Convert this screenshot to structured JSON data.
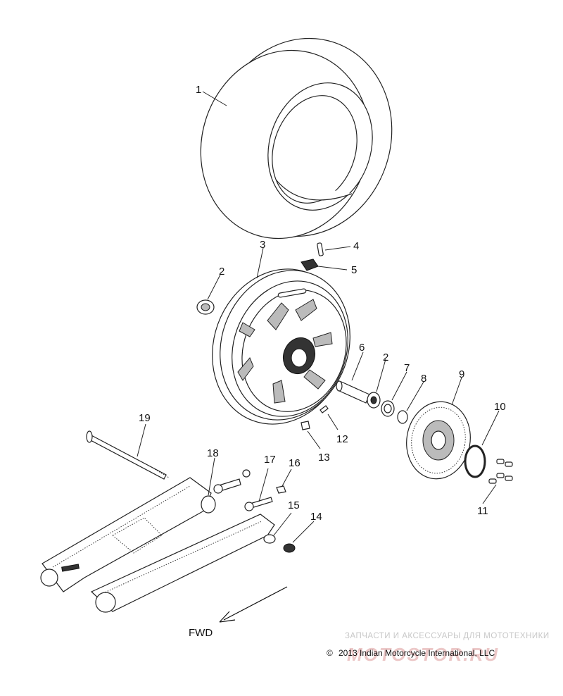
{
  "callouts": [
    {
      "id": "1",
      "label": "1"
    },
    {
      "id": "2a",
      "label": "2"
    },
    {
      "id": "3",
      "label": "3"
    },
    {
      "id": "4",
      "label": "4"
    },
    {
      "id": "5",
      "label": "5"
    },
    {
      "id": "6",
      "label": "6"
    },
    {
      "id": "2b",
      "label": "2"
    },
    {
      "id": "7",
      "label": "7"
    },
    {
      "id": "8",
      "label": "8"
    },
    {
      "id": "9",
      "label": "9"
    },
    {
      "id": "10",
      "label": "10"
    },
    {
      "id": "11",
      "label": "11"
    },
    {
      "id": "12",
      "label": "12"
    },
    {
      "id": "13",
      "label": "13"
    },
    {
      "id": "14",
      "label": "14"
    },
    {
      "id": "15",
      "label": "15"
    },
    {
      "id": "16",
      "label": "16"
    },
    {
      "id": "17",
      "label": "17"
    },
    {
      "id": "18",
      "label": "18"
    },
    {
      "id": "19",
      "label": "19"
    }
  ],
  "direction_label": "FWD",
  "watermark_text": "ЗАПЧАСТИ И АКСЕССУАРЫ ДЛЯ МОТОТЕХНИКИ",
  "watermark_logo": "MOTOSTOR.RU",
  "copyright": "2013 Indian Motorcycle International, LLC",
  "copyright_symbol": "©"
}
